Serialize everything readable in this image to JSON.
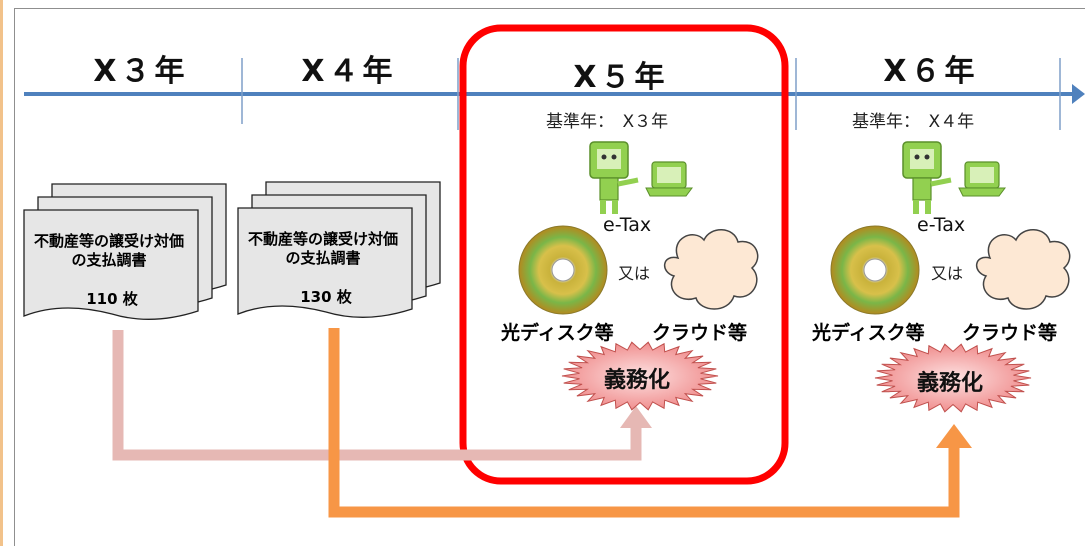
{
  "timeline": {
    "years": [
      "X３年",
      "X４年",
      "X５年",
      "X６年"
    ]
  },
  "documents": [
    {
      "title": "不動産等の譲受け対価の支払調書",
      "count": "110 枚"
    },
    {
      "title": "不動産等の譲受け対価の支払調書",
      "count": "130 枚"
    }
  ],
  "columns": [
    {
      "base_year": "基準年：　X３年",
      "etax_label": "e-Tax",
      "or_label": "又は",
      "optical_label": "光ディスク等",
      "cloud_label": "クラウド等",
      "mandatory_label": "義務化"
    },
    {
      "base_year": "基準年：　X４年",
      "etax_label": "e-Tax",
      "or_label": "又は",
      "optical_label": "光ディスク等",
      "cloud_label": "クラウド等",
      "mandatory_label": "義務化"
    }
  ],
  "colors": {
    "timeline": "#4f81bd",
    "highlight": "#ff0000",
    "arrow_light": "#e6b8b4",
    "arrow_orange": "#f79646",
    "etax_green": "#92d050",
    "burst": "#f4b6b6"
  }
}
